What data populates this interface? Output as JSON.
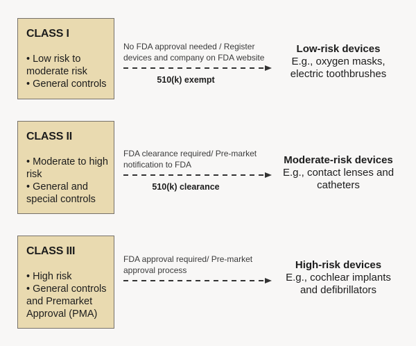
{
  "colors": {
    "background": "#f8f7f6",
    "box_fill": "#e9dab0",
    "box_border": "#76716a",
    "text_dark": "#1c1c1c",
    "text_mid": "#3a3a3a",
    "arrow": "#333333"
  },
  "rows": [
    {
      "class_title": "CLASS I",
      "bullets": [
        "• Low risk to moderate risk",
        "• General controls"
      ],
      "arrow_label": "No FDA approval needed / Register devices and company on FDA website",
      "arrow_sublabel": "510(k) exempt",
      "result_title": "Low-risk devices",
      "result_desc": "E.g., oxygen masks, electric toothbrushes"
    },
    {
      "class_title": "CLASS II",
      "bullets": [
        "• Moderate to high risk",
        "• General and special controls"
      ],
      "arrow_label": "FDA clearance required/ Pre-market notification to FDA",
      "arrow_sublabel": "510(k) clearance",
      "result_title": "Moderate-risk devices",
      "result_desc": "E.g., contact lenses and catheters"
    },
    {
      "class_title": "CLASS III",
      "bullets": [
        "• High risk",
        "• General controls and Premarket Approval (PMA)"
      ],
      "arrow_label": "FDA approval required/ Pre-market approval process",
      "arrow_sublabel": "",
      "result_title": "High-risk devices",
      "result_desc": "E.g., cochlear implants and defibrillators"
    }
  ]
}
